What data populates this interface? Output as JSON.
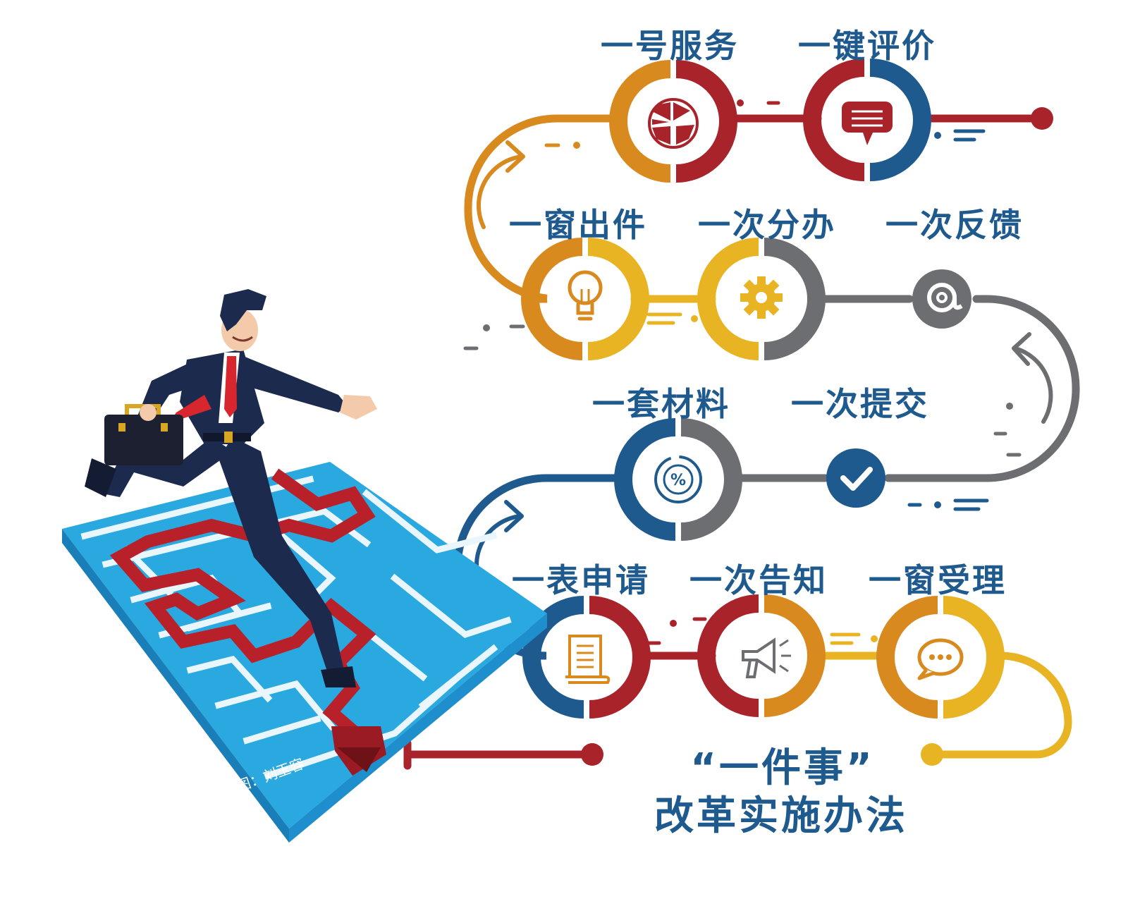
{
  "title": {
    "line1": "“一件事”",
    "line2": "改革实施办法"
  },
  "credit": "制图：刘玉容",
  "colors": {
    "blue": "#1f5a8f",
    "red": "#a8232a",
    "orange": "#d98a1f",
    "yellow": "#e8b424",
    "gray": "#6d6e71",
    "maze": "#2aa9e0",
    "maze_path": "#b8202a"
  },
  "steps": [
    {
      "key": "biao",
      "label": "一表申请",
      "icon": "scroll-icon"
    },
    {
      "key": "gaozhi",
      "label": "一次告知",
      "icon": "megaphone-icon"
    },
    {
      "key": "shouli",
      "label": "一窗受理",
      "icon": "speech-bubble-icon"
    },
    {
      "key": "cailiao",
      "label": "一套材料",
      "icon": "percent-icon"
    },
    {
      "key": "tijiao",
      "label": "一次提交",
      "icon": "checkmark-icon"
    },
    {
      "key": "fankui",
      "label": "一次反馈",
      "icon": "at-sign-icon"
    },
    {
      "key": "fenban",
      "label": "一次分办",
      "icon": "gear-icon"
    },
    {
      "key": "chujian",
      "label": "一窗出件",
      "icon": "lightbulb-icon"
    },
    {
      "key": "fuwu",
      "label": "一号服务",
      "icon": "pie-chart-icon"
    },
    {
      "key": "pingjia",
      "label": "一键评价",
      "icon": "message-icon"
    }
  ]
}
